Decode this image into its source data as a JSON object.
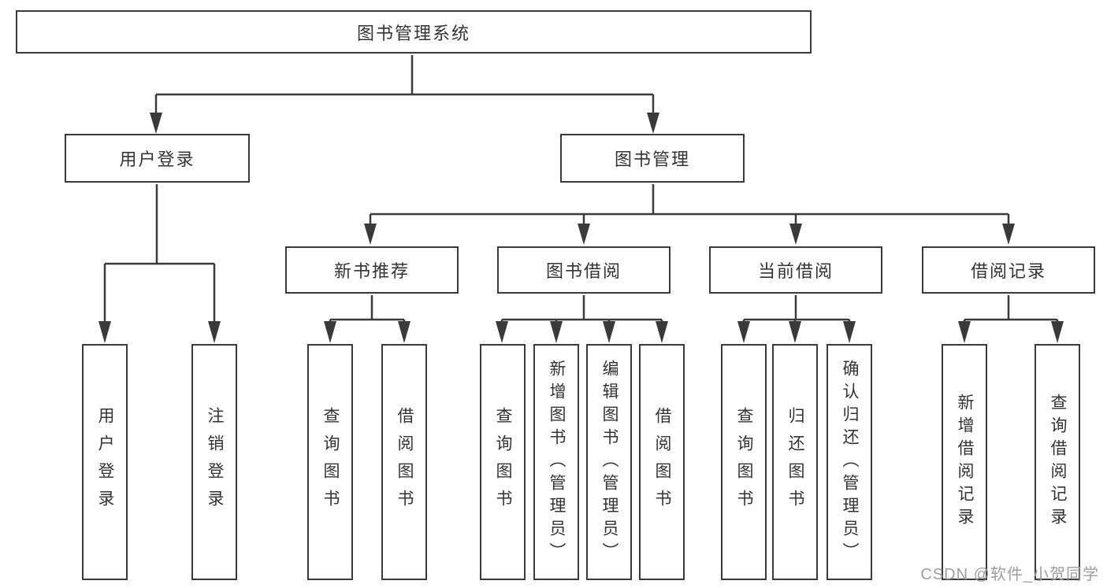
{
  "root": {
    "label": "图书管理系统"
  },
  "level2": [
    {
      "label": "用户登录"
    },
    {
      "label": "图书管理"
    }
  ],
  "level3": [
    {
      "label": "新书推荐"
    },
    {
      "label": "图书借阅"
    },
    {
      "label": "当前借阅"
    },
    {
      "label": "借阅记录"
    }
  ],
  "leaves": [
    {
      "label": "用户登录"
    },
    {
      "label": "注销登录"
    },
    {
      "label": "查询图书"
    },
    {
      "label": "借阅图书"
    },
    {
      "label": "查询图书"
    },
    {
      "label": "新增图书（管理员）"
    },
    {
      "label": "编辑图书（管理员）"
    },
    {
      "label": "借阅图书"
    },
    {
      "label": "查询图书"
    },
    {
      "label": "归还图书"
    },
    {
      "label": "确认归还（管理员）"
    },
    {
      "label": "新增借阅记录"
    },
    {
      "label": "查询借阅记录"
    }
  ],
  "watermark": "CSDN @软件_小贺同学",
  "colors": {
    "line": "#3a3a3a",
    "text": "#333333",
    "watermark": "#9e9e9e",
    "background": "#ffffff"
  }
}
